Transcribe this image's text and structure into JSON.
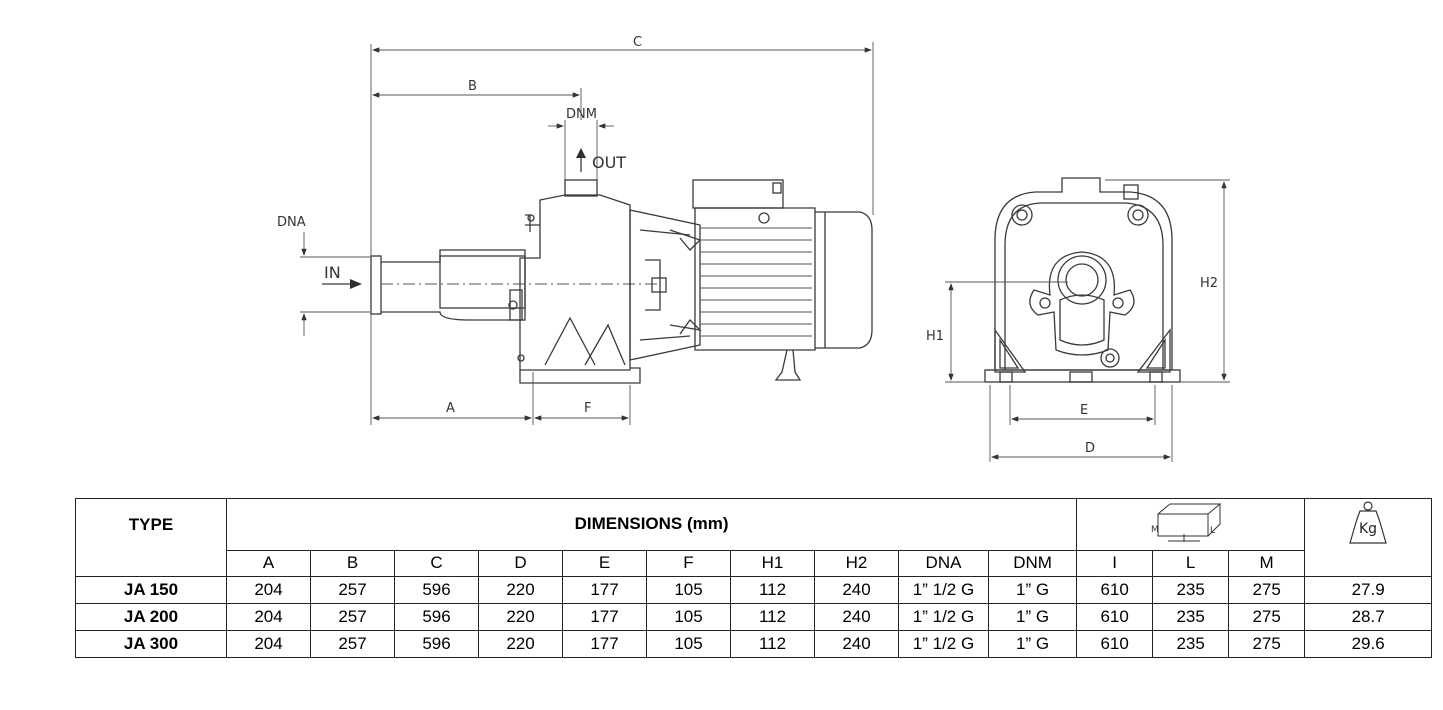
{
  "drawing": {
    "side_view_labels": {
      "c": "C",
      "b": "B",
      "dnm": "DNM",
      "out": "OUT",
      "dna": "DNA",
      "in": "IN",
      "a": "A",
      "f": "F"
    },
    "front_view_labels": {
      "h1": "H1",
      "h2": "H2",
      "e": "E",
      "d": "D"
    }
  },
  "table": {
    "type_header": "TYPE",
    "dimensions_header": "DIMENSIONS (mm)",
    "columns": [
      "A",
      "B",
      "C",
      "D",
      "E",
      "F",
      "H1",
      "H2",
      "DNA",
      "DNM",
      "I",
      "L",
      "M"
    ],
    "package_icon_labels": {
      "m": "M",
      "l": "L"
    },
    "weight_icon_label": "Kg",
    "rows": [
      {
        "type": "JA 150",
        "values": [
          "204",
          "257",
          "596",
          "220",
          "177",
          "105",
          "112",
          "240",
          "1” 1/2 G",
          "1” G",
          "610",
          "235",
          "275"
        ],
        "weight": "27.9"
      },
      {
        "type": "JA 200",
        "values": [
          "204",
          "257",
          "596",
          "220",
          "177",
          "105",
          "112",
          "240",
          "1” 1/2 G",
          "1” G",
          "610",
          "235",
          "275"
        ],
        "weight": "28.7"
      },
      {
        "type": "JA 300",
        "values": [
          "204",
          "257",
          "596",
          "220",
          "177",
          "105",
          "112",
          "240",
          "1” 1/2 G",
          "1” G",
          "610",
          "235",
          "275"
        ],
        "weight": "29.6"
      }
    ]
  }
}
